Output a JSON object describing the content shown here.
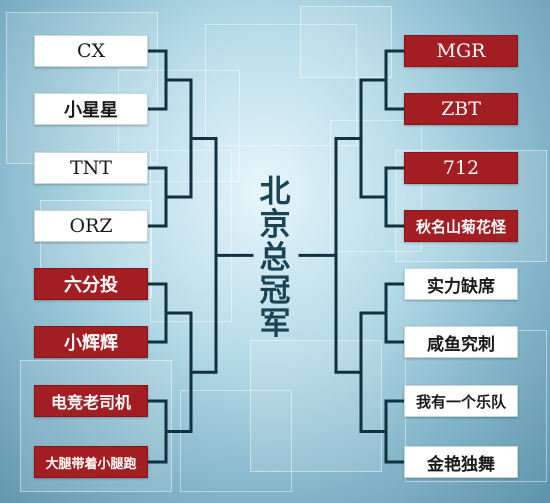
{
  "title": "北京总冠军",
  "colors": {
    "red": "#a31e22",
    "white": "#ffffff",
    "line": "#0f3140"
  },
  "left_teams": [
    {
      "name": "CX",
      "style": "white"
    },
    {
      "name": "小星星",
      "style": "white"
    },
    {
      "name": "TNT",
      "style": "white"
    },
    {
      "name": "ORZ",
      "style": "white"
    },
    {
      "name": "六分投",
      "style": "red"
    },
    {
      "name": "小辉辉",
      "style": "red"
    },
    {
      "name": "电竞老司机",
      "style": "red"
    },
    {
      "name": "大腿带着小腿跑",
      "style": "red"
    }
  ],
  "right_teams": [
    {
      "name": "MGR",
      "style": "red"
    },
    {
      "name": "ZBT",
      "style": "red"
    },
    {
      "name": "712",
      "style": "red"
    },
    {
      "name": "秋名山菊花怪",
      "style": "red"
    },
    {
      "name": "实力缺席",
      "style": "white"
    },
    {
      "name": "咸鱼究刺",
      "style": "white"
    },
    {
      "name": "我有一个乐队",
      "style": "white"
    },
    {
      "name": "金艳独舞",
      "style": "white"
    }
  ]
}
